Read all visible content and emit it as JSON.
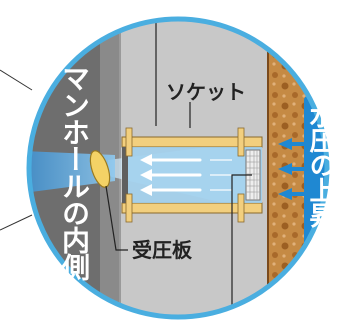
{
  "labels": {
    "manhole_inner_side": "マンホールの内側",
    "socket": "ソケット",
    "pressure_plate": "受圧板",
    "water_pressure_rise": "水圧の上昇"
  },
  "colors": {
    "ring_blue": "#4aaee0",
    "wall_gray": "#c9c9c9",
    "manhole_interior": "#6d6d6d",
    "soil_brown": "#b8762f",
    "water_blue": "#1f88d2",
    "socket_plate": "#f2cf7e"
  }
}
